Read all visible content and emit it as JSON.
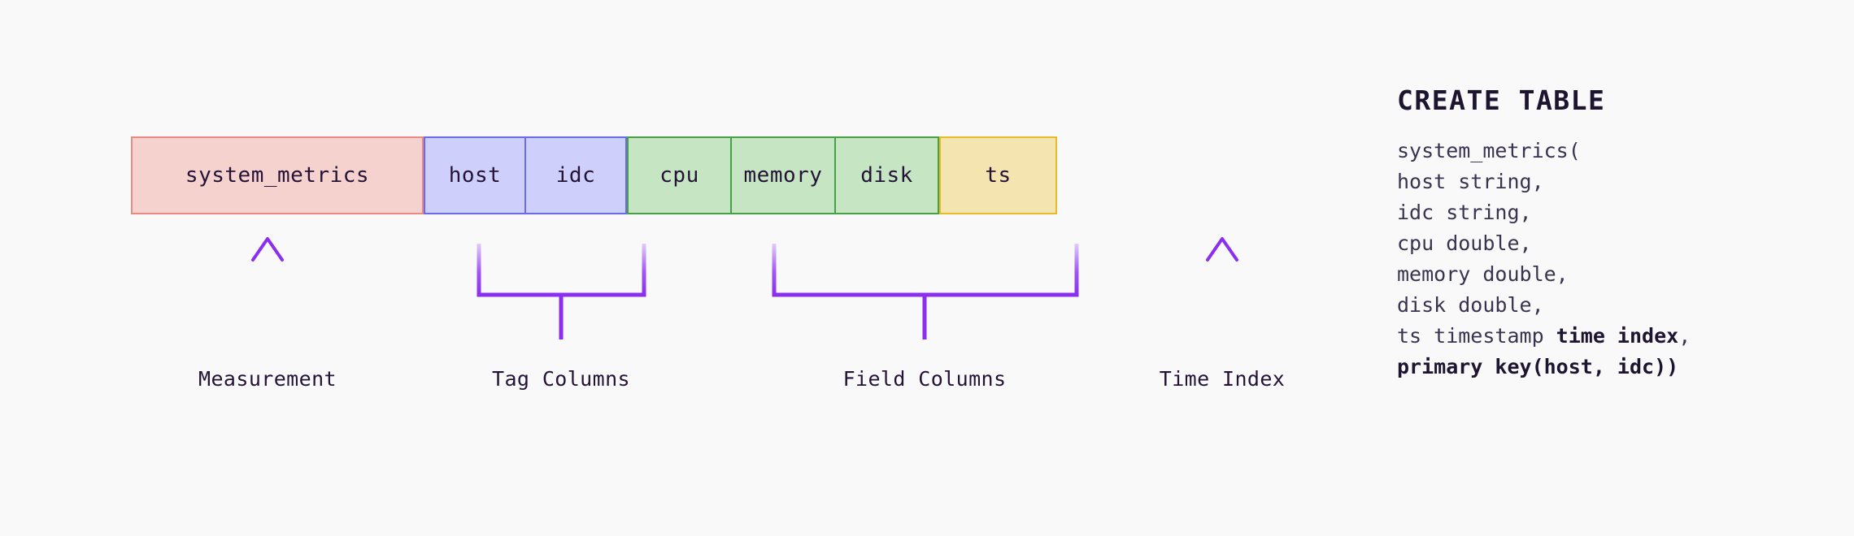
{
  "background_color": "#f9f9fa",
  "accent_color": "#8b2ef0",
  "diagram": {
    "title_hidden": true,
    "strip": {
      "groups": [
        {
          "group": "measurement",
          "fill": "#f6d2cf",
          "border": "#e98b82",
          "cells": [
            {
              "label": "system_metrics"
            }
          ]
        },
        {
          "group": "tag",
          "fill": "#cfcffb",
          "border": "#6a6af0",
          "cells": [
            {
              "label": "host"
            },
            {
              "label": "idc"
            }
          ]
        },
        {
          "group": "field",
          "fill": "#c6e6c3",
          "border": "#46a046",
          "cells": [
            {
              "label": "cpu"
            },
            {
              "label": "memory"
            },
            {
              "label": "disk"
            }
          ]
        },
        {
          "group": "time_index",
          "fill": "#f4e5b0",
          "border": "#e8bb2b",
          "cells": [
            {
              "label": "ts"
            }
          ]
        }
      ]
    },
    "annotations": [
      {
        "key": "measurement",
        "label": "Measurement",
        "connector": "arrow"
      },
      {
        "key": "tag_columns",
        "label": "Tag Columns",
        "connector": "bracket"
      },
      {
        "key": "field_columns",
        "label": "Field Columns",
        "connector": "bracket"
      },
      {
        "key": "time_index",
        "label": "Time Index",
        "connector": "arrow"
      }
    ]
  },
  "sql": {
    "heading": "CREATE TABLE",
    "lines": [
      {
        "plain": "system_metrics("
      },
      {
        "plain": "host string,"
      },
      {
        "plain": "idc string,"
      },
      {
        "plain": "cpu double,"
      },
      {
        "plain": "memory double,"
      },
      {
        "plain": "disk double,"
      },
      {
        "plain": "ts timestamp ",
        "bold": "time index",
        "tail": ","
      },
      {
        "bold": "primary key(host, idc))"
      }
    ]
  }
}
